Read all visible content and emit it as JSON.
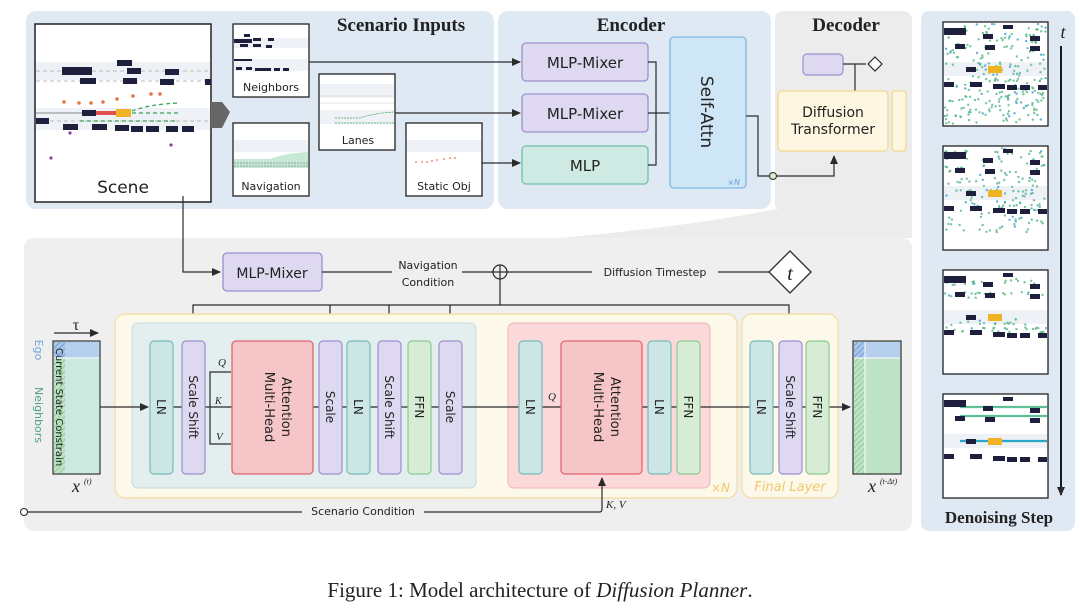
{
  "panels": {
    "scenario_inputs": {
      "title": "Scenario Inputs",
      "scene_label": "Scene",
      "thumbnails": [
        {
          "id": "neighbors",
          "label": "Neighbors"
        },
        {
          "id": "lanes",
          "label": "Lanes"
        },
        {
          "id": "navigation",
          "label": "Navigation"
        },
        {
          "id": "static_obj",
          "label": "Static Obj"
        }
      ]
    },
    "encoder": {
      "title": "Encoder",
      "blocks": [
        {
          "id": "mixer1",
          "label": "MLP-Mixer"
        },
        {
          "id": "mixer2",
          "label": "MLP-Mixer"
        },
        {
          "id": "mlp",
          "label": "MLP"
        }
      ],
      "self_attn_label": "Self-Attn",
      "repeat_label": "×N"
    },
    "decoder": {
      "title": "Decoder",
      "transformer_line1": "Diffusion",
      "transformer_line2": "Transformer"
    },
    "denoising": {
      "title": "Denoising Step",
      "axis_label": "t"
    }
  },
  "detail": {
    "nav_mixer_label": "MLP-Mixer",
    "navigation_condition_line1": "Navigation",
    "navigation_condition_line2": "Condition",
    "diffusion_timestep_label": "Diffusion Timestep",
    "timestep_symbol": "t",
    "scenario_condition_label": "Scenario Condition",
    "kv_label": "K, V",
    "input_tensor": {
      "tau": "τ",
      "x_label": "x",
      "x_sup": "(t)",
      "ego_label": "Ego",
      "neighbors_label": "Neighbors",
      "constraint_label": "Current State Constrain"
    },
    "output_tensor": {
      "x_label": "x",
      "x_sup": "(t-Δt)"
    },
    "block1": {
      "blocks": [
        "LN",
        "Scale  Shift",
        "Scale",
        "LN",
        "Scale  Shift",
        "FFN",
        "Scale"
      ],
      "attention_line1": "Multi-Head",
      "attention_line2": "Attention",
      "q": "Q",
      "k": "K",
      "v": "V"
    },
    "block2": {
      "blocks": [
        "LN",
        "LN",
        "FFN"
      ],
      "attention_line1": "Multi-Head",
      "attention_line2": "Attention",
      "q": "Q",
      "repeat_label": "×N"
    },
    "final_layer": {
      "title": "Final Layer",
      "blocks": [
        "LN",
        "Scale  Shift",
        "FFN"
      ]
    }
  },
  "caption": {
    "prefix": "Figure 1: Model architecture of ",
    "italic": "Diffusion Planner",
    "suffix": "."
  },
  "colors": {
    "panel_blue": "#dfe9f3",
    "panel_gray": "#efefef",
    "mixer_fill": "#ded9f0",
    "mixer_stroke": "#9c8fcf",
    "mlp_fill": "#cfeae3",
    "mlp_stroke": "#6fc1ac",
    "attn_fill": "#cfe6f6",
    "attn_stroke": "#7fb9e2",
    "dit_fill": "#fdf7e2",
    "dit_stroke": "#f2d88d",
    "mha_fill": "#f6c5c8",
    "mha_stroke": "#e0666f",
    "ln_fill": "#cbe6e5",
    "ln_stroke": "#76bcb8",
    "ffn_fill": "#d6ecd5",
    "ffn_stroke": "#8ec98d",
    "vehicle": "#1e1f3d",
    "ego": "#f0b323"
  }
}
